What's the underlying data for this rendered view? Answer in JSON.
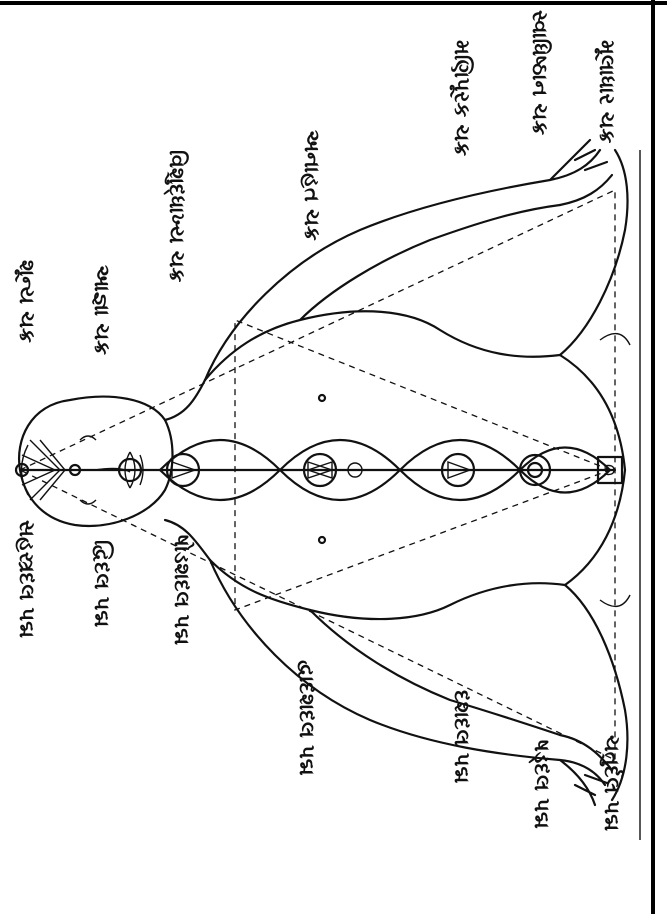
{
  "diagram": {
    "labels_left_side": {
      "sahasrara_padma": "સહસ્ત્રદલ પદ્મ",
      "dvidala_padma": "દ્વિદલ પદ્મ",
      "shodashadala_padma": "ષોડશદલ પદ્મ",
      "dvadashadala_padma": "દ્વાદશદલ પદ્મ",
      "dashadala_padma": "દશદલ પદ્મ",
      "shaddala_padma": "ષડ્દલ પદ્મ",
      "chaturdala_padma": "ચતુર્દલ પદ્મ"
    },
    "labels_right_side": {
      "shunya_chakra": "શૂન્ય ચક્ર",
      "ajna_chakra": "આજ્ઞા ચક્ર",
      "vishuddha_chakra": "વિશુદ્ધાખ્ય ચક્ર",
      "anahata_chakra": "અનાહત ચક્ર",
      "manipura_chakra": "મણિપૂરક ચક્ર",
      "svadhishthana_chakra": "સ્વાધિષ્ઠાન ચક્ર",
      "muladhara_chakra": "મૂલાધાર ચક્ર"
    }
  }
}
